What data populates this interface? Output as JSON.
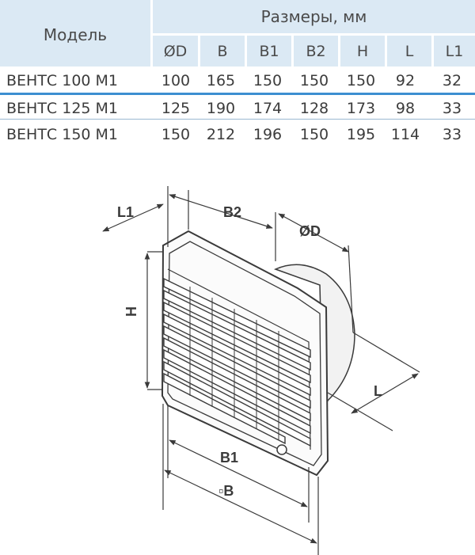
{
  "table": {
    "model_header": "Модель",
    "sizes_header": "Размеры, мм",
    "columns": [
      "ØD",
      "B",
      "B1",
      "B2",
      "H",
      "L",
      "L1"
    ],
    "rows": [
      {
        "model": "ВЕНТС 100 М1",
        "values": [
          "100",
          "165",
          "150",
          "150",
          "150",
          "92",
          "32"
        ]
      },
      {
        "model": "ВЕНТС 125 М1",
        "values": [
          "125",
          "190",
          "174",
          "128",
          "173",
          "98",
          "33"
        ]
      },
      {
        "model": "ВЕНТС 150 М1",
        "values": [
          "150",
          "212",
          "196",
          "150",
          "195",
          "114",
          "33"
        ]
      }
    ]
  },
  "drawing": {
    "labels": {
      "l1": "L1",
      "b2": "B2",
      "d": "ØD",
      "h": "H",
      "l": "L",
      "b1": "B1",
      "b": "▫B"
    }
  },
  "colors": {
    "header_bg": "#dbe9f4",
    "accent_line": "#3d8fd1",
    "line": "#3a3a3a"
  }
}
